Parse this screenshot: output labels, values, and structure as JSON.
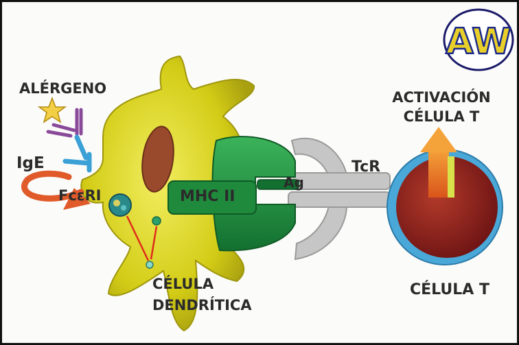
{
  "labels": {
    "allergen": "ALÉRGENO",
    "ige": "IgE",
    "fc_receptor": "FcεRI",
    "mhc": "MHC II",
    "antigen": "Ag",
    "tcr": "TcR",
    "activation_line1": "ACTIVACIÓN",
    "activation_line2": "CÉLULA T",
    "dendritic_line1": "CÉLULA",
    "dendritic_line2": "DENDRÍTICA",
    "t_cell": "CÉLULA T"
  },
  "logo": {
    "text": "AW"
  },
  "colors": {
    "dendritic_cell": "#d8d21a",
    "nucleus": "#9a4a2c",
    "mhc": "#1f8a3b",
    "tcr": "#c8c8c8",
    "t_cell": "#8e1e1e",
    "t_cell_membrane": "#4aa8d8",
    "ige": "#3aa0d6",
    "rotation_arrow": "#e05a2a",
    "activation_arrow": "#e86a1a"
  }
}
